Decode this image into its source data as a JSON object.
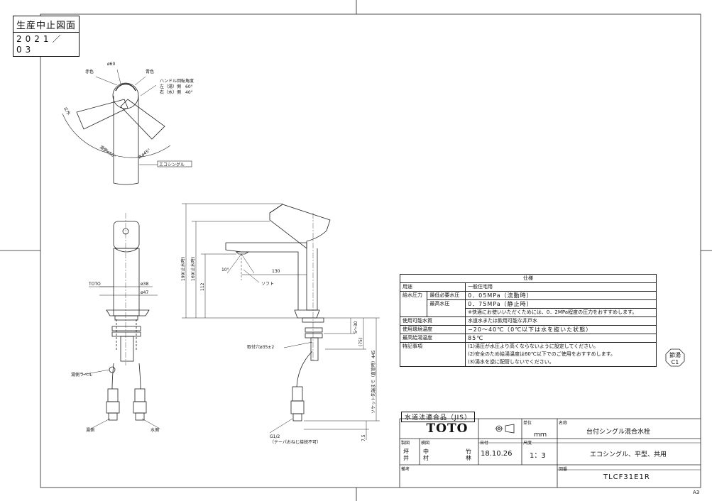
{
  "stamp": {
    "line1": "生産中止図面",
    "line2": "2021／03"
  },
  "top_view": {
    "diameter": "ø60",
    "red": "赤色",
    "blue": "青色",
    "handle_angle_title": "ハンドル回転角度",
    "left_hot": "左（湯）側　60°",
    "right_cold": "右（水）側　40°",
    "hot_arc": "湯側ø50°",
    "cold_arc": "水ø45°",
    "stop": "止水",
    "eco": "エコシングル"
  },
  "front_view": {
    "brand": "TOTO",
    "d38": "ø38",
    "d47": "ø47",
    "hot_label": "湯側ラベル",
    "hot_side": "湯側",
    "cold_side": "水側"
  },
  "side_view": {
    "h199": "199(止水時)",
    "h169": "169(止水時)",
    "h112": "112",
    "w130": "130",
    "angle": "10°",
    "soft": "ソフト",
    "hole": "取付穴ø35±2",
    "d5_30": "5〜30",
    "d75": "(75)",
    "socket": "ソケット先端まで（直管時）445",
    "g12": "G1/2",
    "taper": "（テーパおねじ接続不可）",
    "d7_5": "7.5"
  },
  "spec": {
    "title": "仕様",
    "rows": [
      [
        "用途",
        "",
        "一般住宅用"
      ],
      [
        "給水圧力",
        "最低必要水圧",
        "0．05MPa（流動時）"
      ],
      [
        "",
        "最高水圧",
        "0．75MPa（静止時）"
      ],
      [
        "",
        "",
        "※快適にお使いいただくためには、0．2MPa程度の圧力をおすすめします。"
      ],
      [
        "使用可能水質",
        "",
        "水道水または飲用可能な井戸水"
      ],
      [
        "使用環境温度",
        "",
        "−20〜40℃（0℃以下は水を抜いた状態）"
      ],
      [
        "最高給湯温度",
        "",
        "85℃"
      ],
      [
        "特記事項",
        "",
        "(1)湯圧が水圧より高くならないように設定してください。"
      ],
      [
        "",
        "",
        "(2)安全のため給湯温度は60℃以下でのご使用をおすすめします。"
      ],
      [
        "",
        "",
        "(3)湯水を逆に配管しないでください。"
      ]
    ]
  },
  "save_stamp": {
    "line1": "節湯",
    "line2": "C1"
  },
  "title_block": {
    "jis": "水道法適合品（JIS）",
    "logo": "TOTO",
    "unit_label": "単位",
    "unit": "ｍｍ",
    "name_label": "名称",
    "name": "台付シングル混合水栓",
    "draw_label": "製図",
    "check_label": "検図",
    "drawer": "坪井",
    "checker1": "中村",
    "checker2": "竹林",
    "date_label": "日付",
    "date": "18.10.26",
    "scale_label": "尺度",
    "scale": "1：3",
    "desc": "エコシングル、平型、共用",
    "remarks_label": "備考",
    "number_label": "図番",
    "number": "TLCF31E1R"
  },
  "paper_size": "A3"
}
